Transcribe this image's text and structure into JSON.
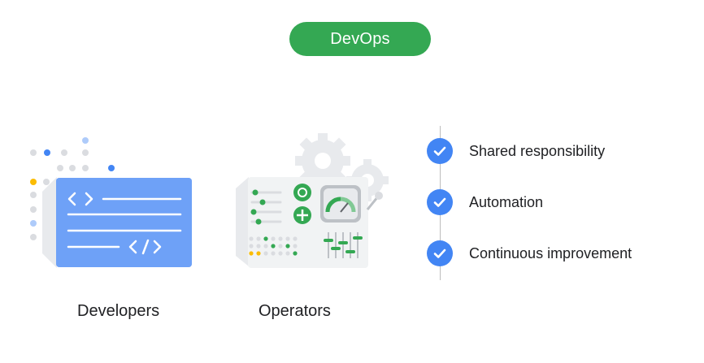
{
  "header": {
    "title": "DevOps"
  },
  "roles": [
    {
      "label": "Developers"
    },
    {
      "label": "Operators"
    }
  ],
  "practices": [
    {
      "label": "Shared responsibility"
    },
    {
      "label": "Automation"
    },
    {
      "label": "Continuous improvement"
    }
  ],
  "colors": {
    "green": "#34a853",
    "blue": "#4285f4",
    "yellow": "#fbbc04",
    "gray": "#dadce0"
  },
  "icons": {
    "developers": "code-window-icon",
    "operators": "control-panel-icon",
    "practice": "check-circle-icon"
  }
}
